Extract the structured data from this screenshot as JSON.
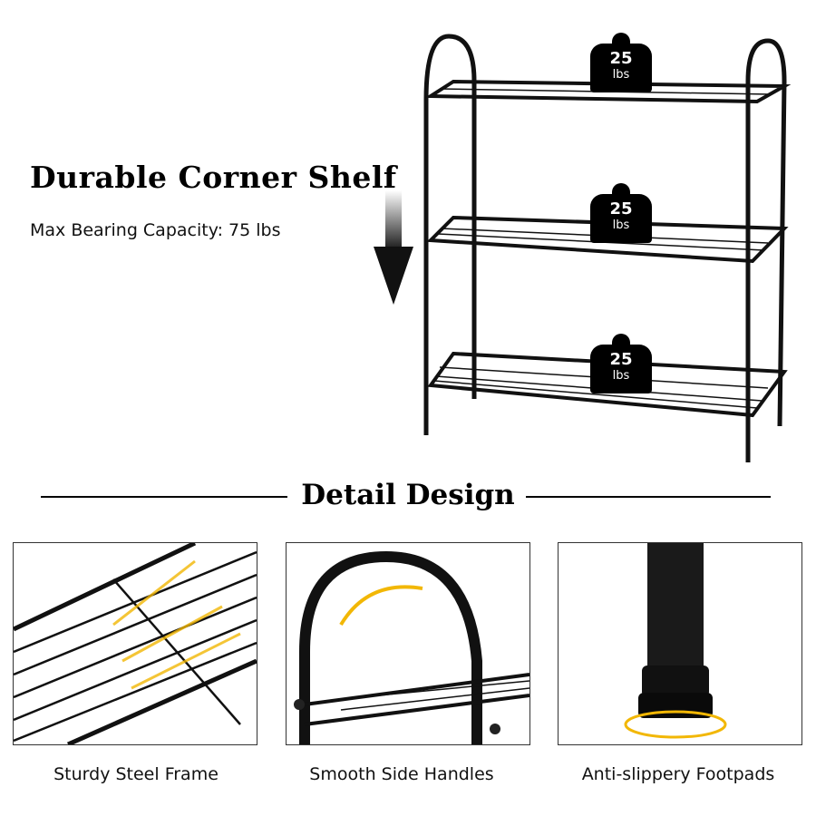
{
  "header": {
    "title": "Durable Corner Shelf",
    "subtitle": "Max Bearing Capacity: 75 lbs"
  },
  "weights": [
    {
      "value": "25",
      "unit": "lbs"
    },
    {
      "value": "25",
      "unit": "lbs"
    },
    {
      "value": "25",
      "unit": "lbs"
    }
  ],
  "section_title": "Detail Design",
  "details": [
    {
      "caption": "Sturdy Steel Frame"
    },
    {
      "caption": "Smooth Side Handles"
    },
    {
      "caption": "Anti-slippery Footpads"
    }
  ],
  "colors": {
    "accent": "#f2b705",
    "frame": "#111111"
  }
}
